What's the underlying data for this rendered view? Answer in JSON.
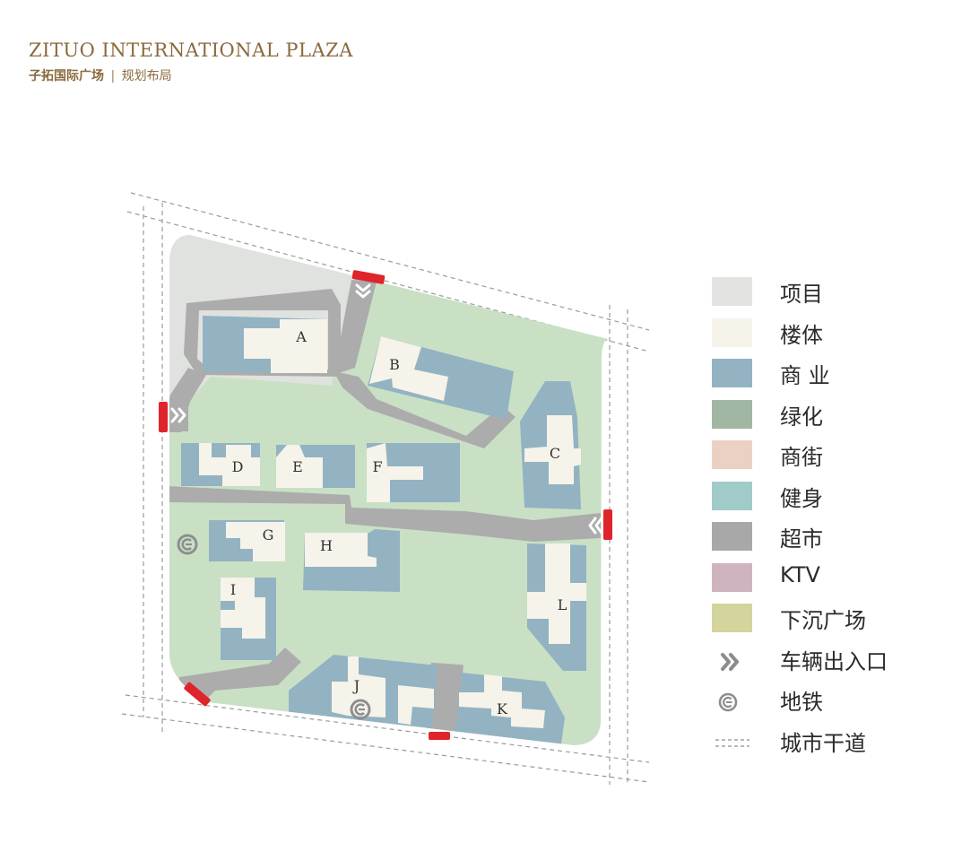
{
  "header": {
    "title": "ZITUO INTERNATIONAL  PLAZA",
    "subtitle_name": "子拓国际广场",
    "subtitle_separator": "|",
    "subtitle_section": "规划布局"
  },
  "blocks": {
    "A": "A",
    "B": "B",
    "C": "C",
    "D": "D",
    "E": "E",
    "F": "F",
    "G": "G",
    "H": "H",
    "I": "I",
    "J": "J",
    "K": "K",
    "L": "L"
  },
  "colors": {
    "project": "#e3e4e1",
    "building": "#f5f3ea",
    "commercial": "#93b3c2",
    "greenery": "#a1b7a4",
    "shopping_street": "#ebd1c3",
    "fitness": "#a1cbc8",
    "supermarket": "#a8a8a8",
    "ktv": "#cfb4bf",
    "sunken_plaza": "#d4d49d",
    "site_green": "#c9e0c5",
    "road": "#aaaaaa",
    "entrance": "#e0242b",
    "city_road_line": "#9b9b9b"
  },
  "legend": [
    {
      "key": "project",
      "label": "项目",
      "type": "swatch",
      "color": "#e3e4e1"
    },
    {
      "key": "building",
      "label": "楼体",
      "type": "swatch",
      "color": "#f5f3ea"
    },
    {
      "key": "commercial",
      "label": "商 业",
      "type": "swatch",
      "color": "#93b3c2"
    },
    {
      "key": "greenery",
      "label": "绿化",
      "type": "swatch",
      "color": "#a1b7a4"
    },
    {
      "key": "shopping_street",
      "label": "商街",
      "type": "swatch",
      "color": "#ebd1c3"
    },
    {
      "key": "fitness",
      "label": "健身",
      "type": "swatch",
      "color": "#a1cbc8"
    },
    {
      "key": "supermarket",
      "label": "超市",
      "type": "swatch",
      "color": "#a8a8a8"
    },
    {
      "key": "ktv",
      "label": "KTV",
      "type": "swatch",
      "color": "#cfb4bf"
    },
    {
      "key": "sunken_plaza",
      "label": "下沉广场",
      "type": "swatch",
      "color": "#d4d49d"
    },
    {
      "key": "vehicle_entrance",
      "label": "车辆出入口",
      "type": "icon",
      "icon": "double-chevron-icon"
    },
    {
      "key": "metro",
      "label": "地铁",
      "type": "icon",
      "icon": "metro-icon"
    },
    {
      "key": "city_road",
      "label": "城市干道",
      "type": "icon",
      "icon": "dashed-line-icon"
    }
  ]
}
